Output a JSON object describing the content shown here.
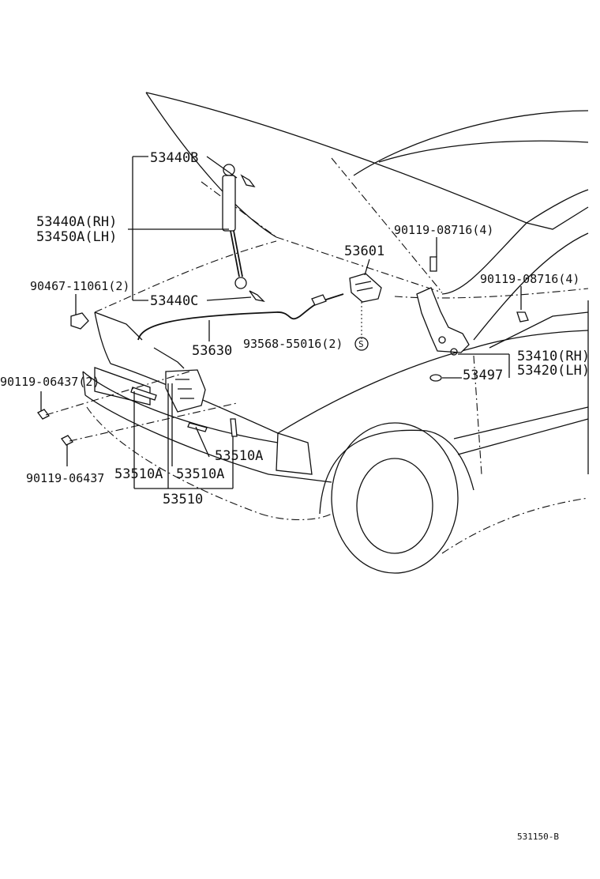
{
  "labels": {
    "support_rod_b": "53440B",
    "support_rod_rh": "53440A(RH)",
    "support_rod_lh": "53450A(LH)",
    "support_rod_c": "53440C",
    "clip_90467": "90467-11061(2)",
    "release_cable": "53630",
    "lock_assembly": "53601",
    "screw_93568": "93568-55016(2)",
    "bolt_08716_a": "90119-08716(4)",
    "bolt_08716_b": "90119-08716(4)",
    "hinge_rh": "53410(RH)",
    "hinge_lh": "53420(LH)",
    "cushion": "53497",
    "bolt_06437_a": "90119-06437(2)",
    "bolt_06437_b": "90119-06437",
    "lock_sub_a1": "53510A",
    "lock_sub_a2": "53510A",
    "lock_sub_a3": "53510A",
    "lock_parent": "53510",
    "symbol_s": "S"
  },
  "footer": {
    "diagram_code": "531150-B"
  }
}
